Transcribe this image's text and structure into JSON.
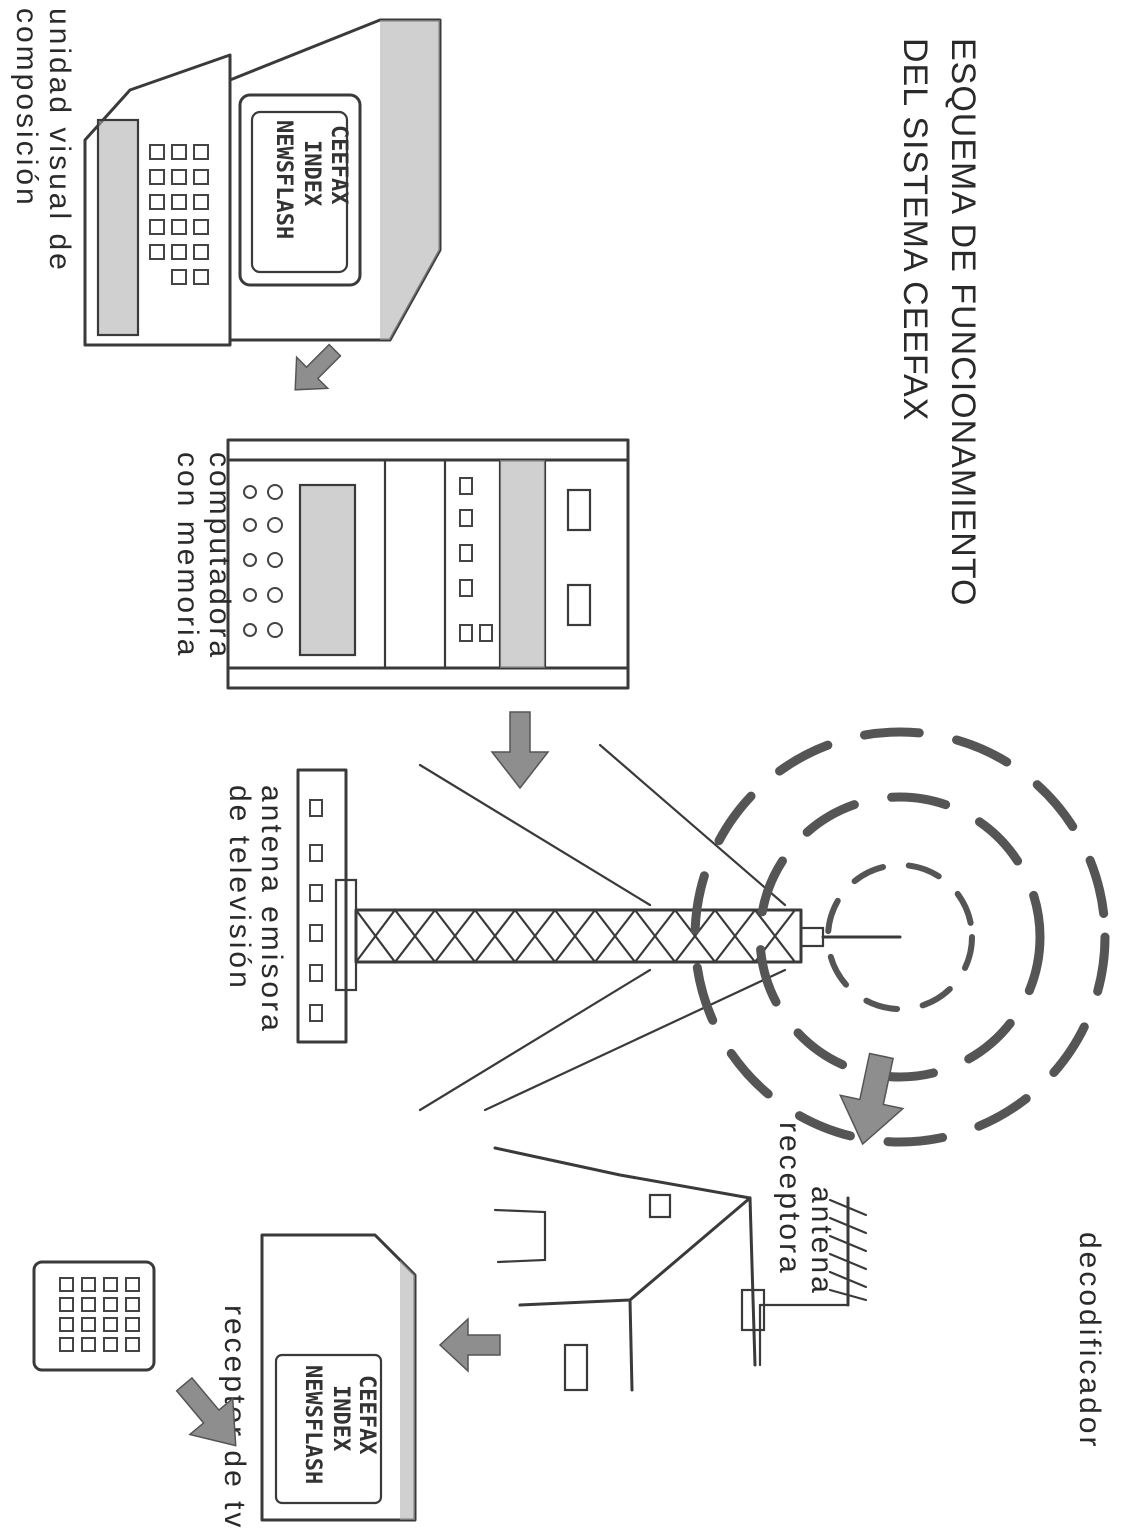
{
  "title": {
    "line1": "ESQUEMA DE FUNCIONAMIENTO",
    "line2": "DEL SISTEMA CEEFAX"
  },
  "nodes": {
    "composition_unit": {
      "line1": "unidad visual de",
      "line2": "composición"
    },
    "computer": {
      "line1": "computadora",
      "line2": "con memoria"
    },
    "transmitter": {
      "line1": "antena emisora",
      "line2": "de televisión"
    },
    "receiving_antenna": {
      "line1": "antena",
      "line2": "receptora"
    },
    "tv_receiver": {
      "line1": "receptor de tv"
    },
    "decoder": {
      "line1": "decodificador"
    }
  },
  "screen_text_top": {
    "line1": "CEEFAX",
    "line2": "INDEX",
    "line3": "NEWSFLASH"
  },
  "screen_text_tv": {
    "line1": "CEEFAX",
    "line2": "INDEX",
    "line3": "NEWSFLASH"
  }
}
